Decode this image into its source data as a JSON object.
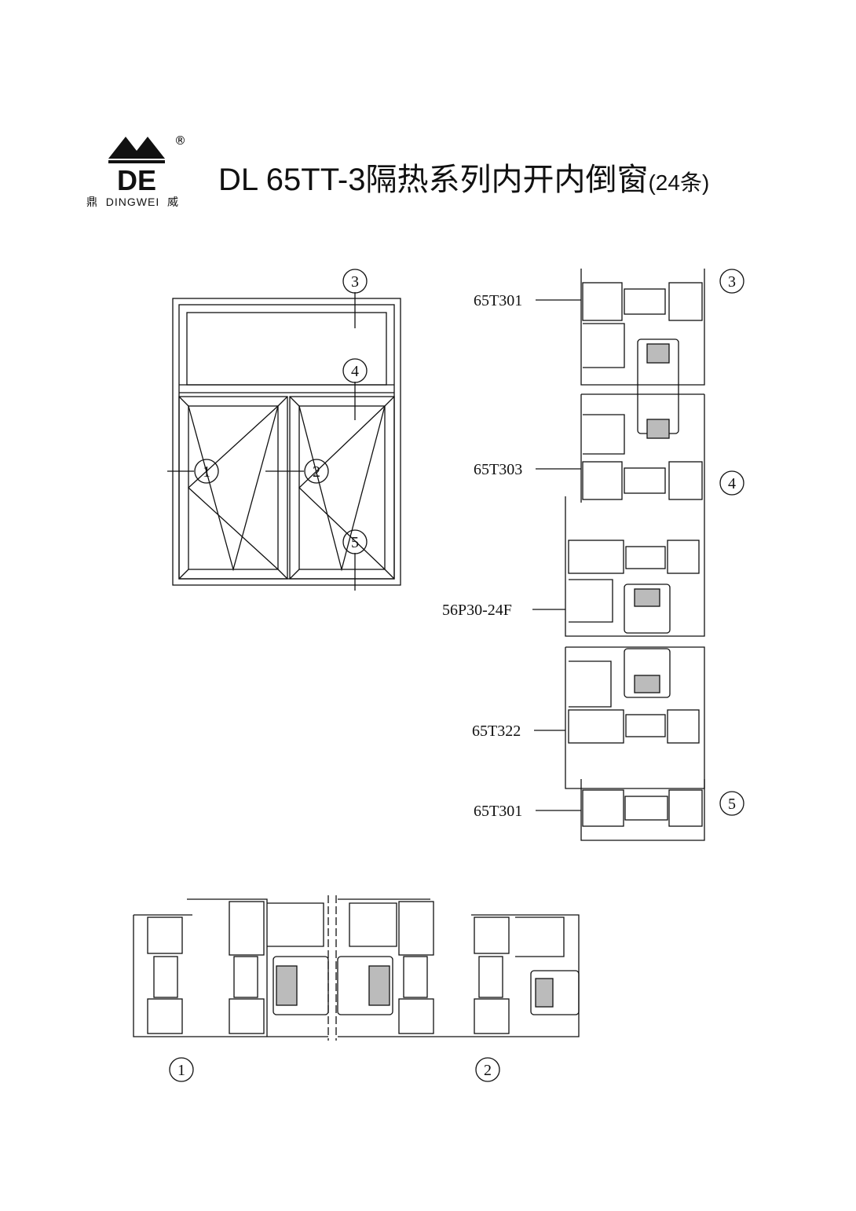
{
  "logo": {
    "letters": "DE",
    "brand_left": "鼎",
    "brand_name": "DINGWEI",
    "brand_right": "威",
    "registered": "®"
  },
  "title": {
    "main": "DL 65TT-3隔热系列内开内倒窗",
    "suffix": "(24条)"
  },
  "elevation": {
    "markers": [
      "1",
      "2",
      "3",
      "4",
      "5"
    ]
  },
  "vertical_section": {
    "labels": [
      "65T301",
      "65T303",
      "56P30-24F",
      "65T322",
      "65T301"
    ],
    "markers": [
      "3",
      "4",
      "5"
    ]
  },
  "horizontal_section": {
    "markers": [
      "1",
      "2"
    ]
  }
}
